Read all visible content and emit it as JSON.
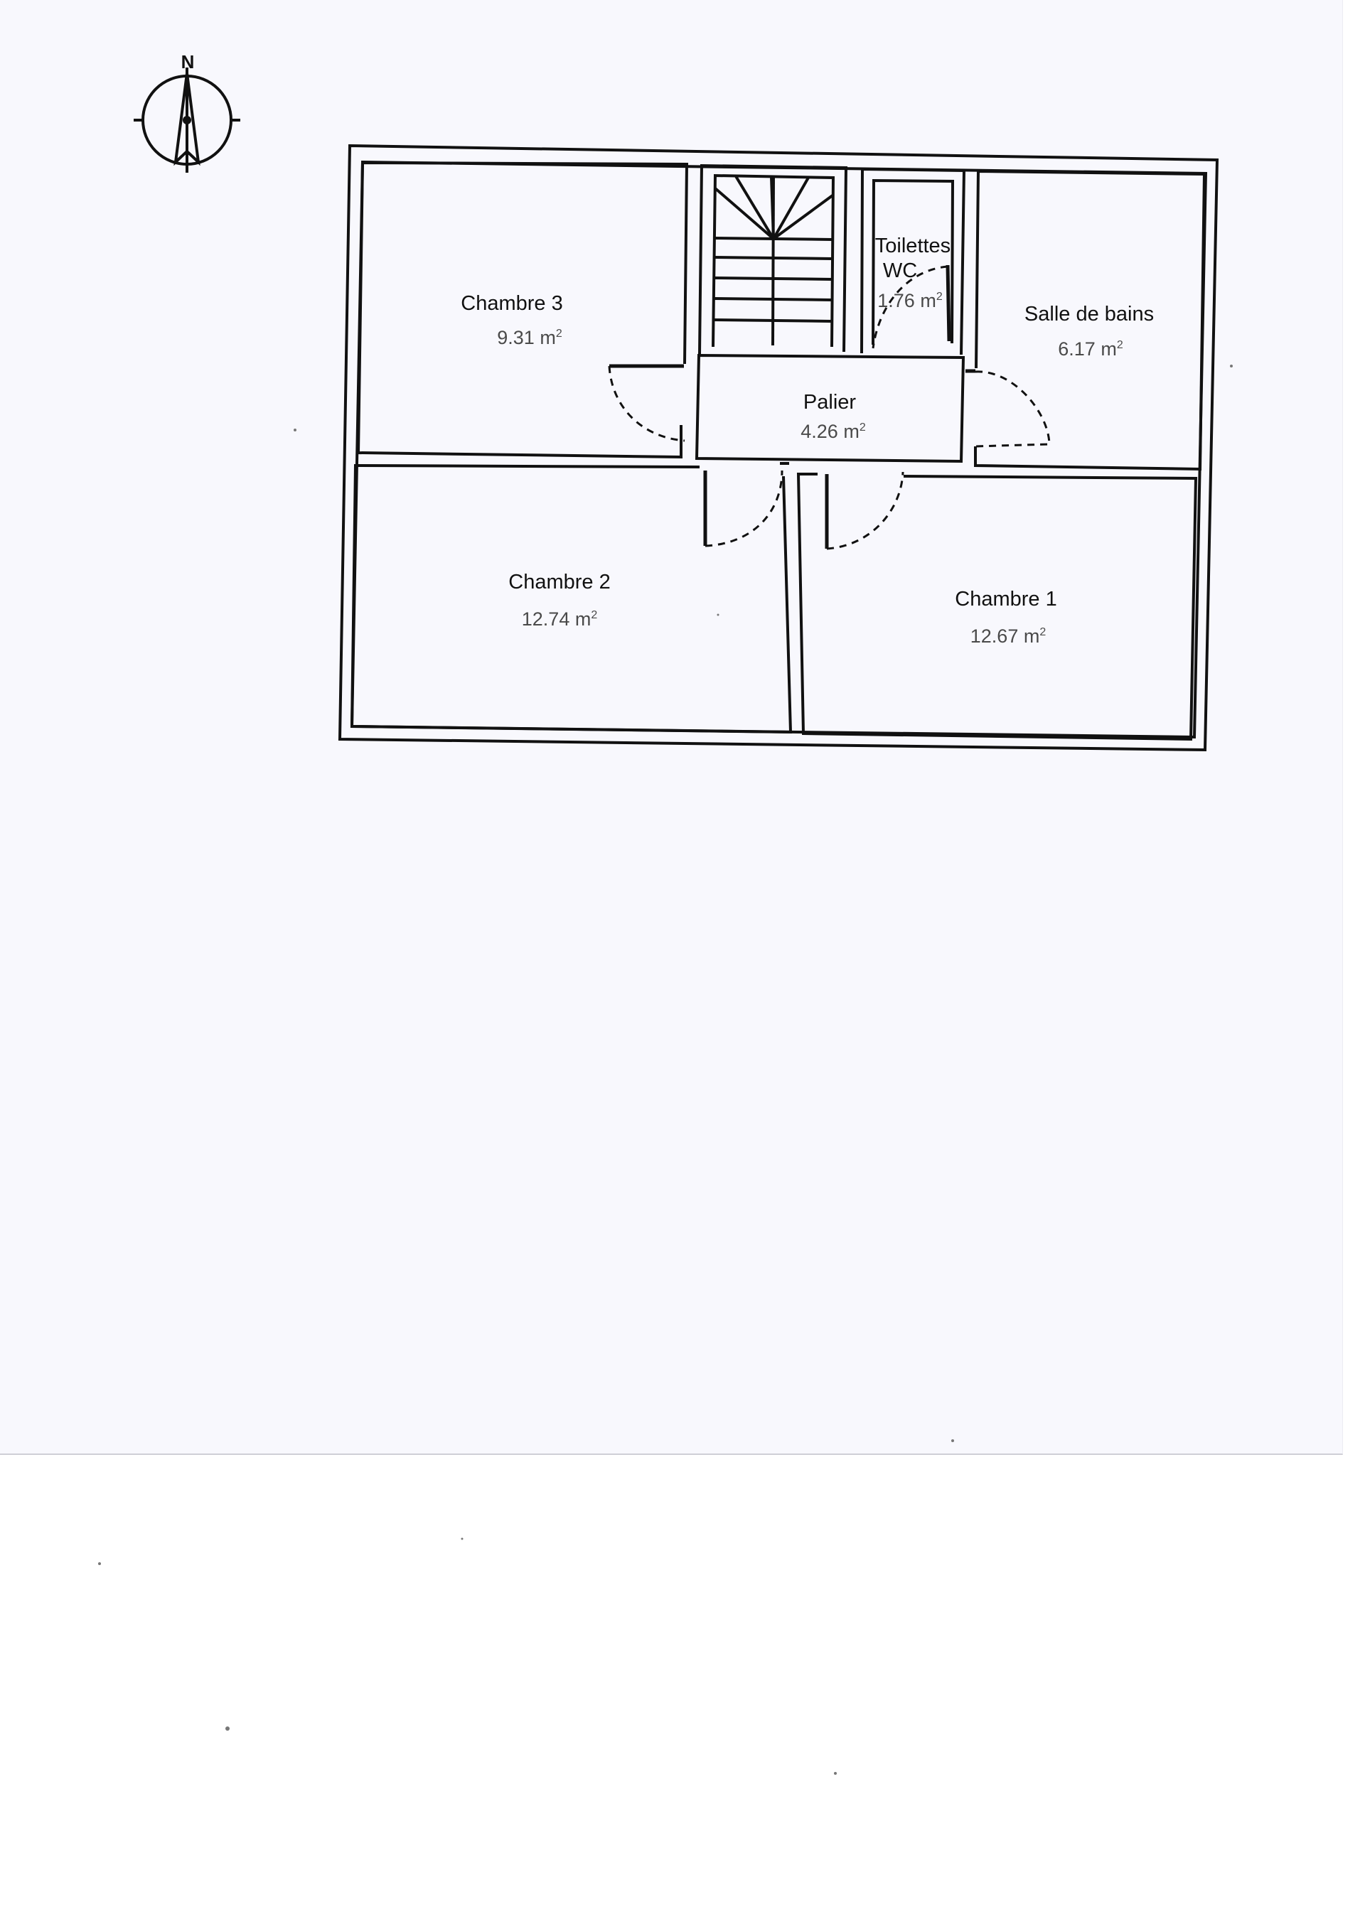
{
  "compass": {
    "north_label": "N",
    "icon": "north-arrow-compass"
  },
  "rooms": {
    "chambre3": {
      "name": "Chambre 3",
      "area": "9.31 m",
      "unit_exp": "2"
    },
    "toilettes": {
      "name_line1": "Toilettes",
      "name_line2": "WC",
      "area": "1.76 m",
      "unit_exp": "2"
    },
    "salle_de_bains": {
      "name": "Salle de bains",
      "area": "6.17 m",
      "unit_exp": "2"
    },
    "palier": {
      "name": "Palier",
      "area": "4.26 m",
      "unit_exp": "2"
    },
    "chambre2": {
      "name": "Chambre 2",
      "area": "12.74 m",
      "unit_exp": "2"
    },
    "chambre1": {
      "name": "Chambre 1",
      "area": "12.67 m",
      "unit_exp": "2"
    }
  },
  "colors": {
    "paper": "#f8f8fd",
    "wall": "#111111",
    "text": "#111111",
    "area_text": "#4a4a4a"
  }
}
